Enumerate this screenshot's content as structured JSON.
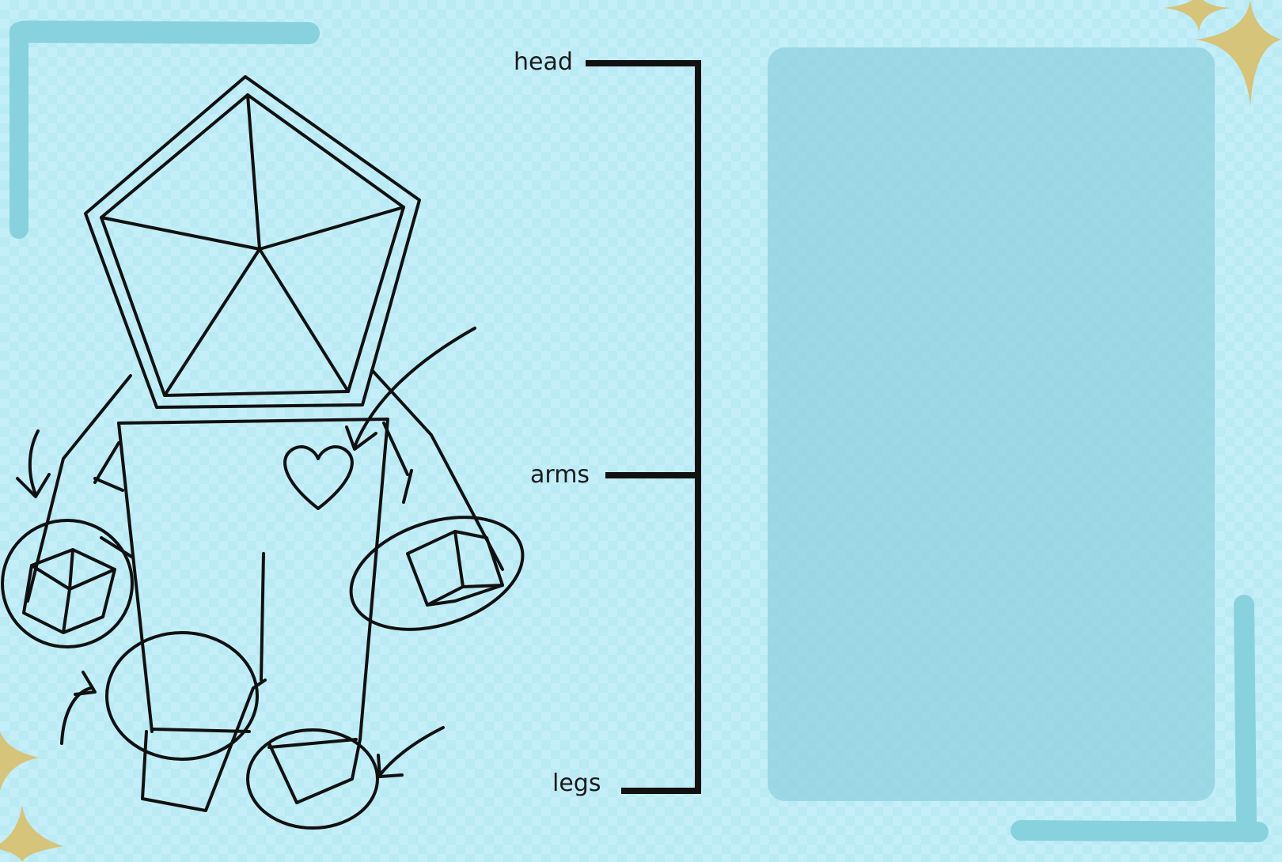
{
  "labels": {
    "head": "head",
    "arms": "arms",
    "legs": "legs"
  },
  "colors": {
    "background": "#c4eff8",
    "panel": "#7ec6d6",
    "brush": "#88d2de",
    "ink": "#111111",
    "star": "#d6c47a"
  }
}
